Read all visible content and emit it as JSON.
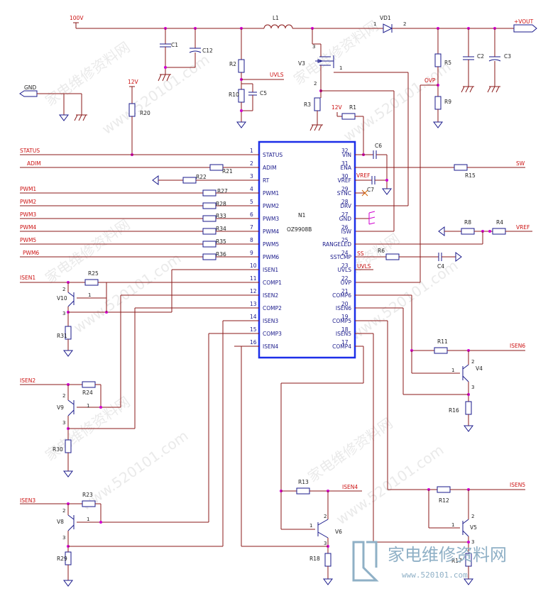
{
  "net_labels": {
    "v100": "100V",
    "vout": "+VOUT",
    "gnd": "GND",
    "v12a": "12V",
    "v12b": "12V",
    "uvls_top": "UVLS",
    "ovp_top": "OVP",
    "status": "STATUS",
    "adim": "ADIM",
    "pwm1": "PWM1",
    "pwm2": "PWM2",
    "pwm3": "PWM3",
    "pwm4": "PWM4",
    "pwm5": "PWM5",
    "pwm6": "PWM6",
    "isen1": "ISEN1",
    "isen2": "ISEN2",
    "isen3": "ISEN3",
    "isen4": "ISEN4",
    "isen5": "ISEN5",
    "isen6": "ISEN6",
    "sw": "SW",
    "vref_a": "VREF",
    "vref_b": "VREF",
    "ss": "SS",
    "uvls_right": "UVLS"
  },
  "chip": {
    "ref": "N1",
    "part": "OZ9908B",
    "left_pins": [
      {
        "num": "1",
        "name": "STATUS"
      },
      {
        "num": "2",
        "name": "ADIM"
      },
      {
        "num": "3",
        "name": "RT"
      },
      {
        "num": "4",
        "name": "PWM1"
      },
      {
        "num": "5",
        "name": "PWM2"
      },
      {
        "num": "6",
        "name": "PWM3"
      },
      {
        "num": "7",
        "name": "PWM4"
      },
      {
        "num": "8",
        "name": "PWM5"
      },
      {
        "num": "9",
        "name": "PWM6"
      },
      {
        "num": "10",
        "name": "ISEN1"
      },
      {
        "num": "11",
        "name": "COMP1"
      },
      {
        "num": "12",
        "name": "ISEN2"
      },
      {
        "num": "13",
        "name": "COMP2"
      },
      {
        "num": "14",
        "name": "ISEN3"
      },
      {
        "num": "15",
        "name": "COMP3"
      },
      {
        "num": "16",
        "name": "ISEN4"
      }
    ],
    "right_pins": [
      {
        "num": "32",
        "name": "VIN"
      },
      {
        "num": "31",
        "name": "ENA"
      },
      {
        "num": "30",
        "name": "VREF"
      },
      {
        "num": "29",
        "name": "SYNC"
      },
      {
        "num": "28",
        "name": "DRV"
      },
      {
        "num": "27",
        "name": "GND"
      },
      {
        "num": "26",
        "name": "ISW"
      },
      {
        "num": "25",
        "name": "RANGELED"
      },
      {
        "num": "24",
        "name": "SSTCMP"
      },
      {
        "num": "23",
        "name": "UVLS"
      },
      {
        "num": "22",
        "name": "OVP"
      },
      {
        "num": "21",
        "name": "COMP6"
      },
      {
        "num": "20",
        "name": "ISEN6"
      },
      {
        "num": "19",
        "name": "COMP5"
      },
      {
        "num": "18",
        "name": "ISEN5"
      },
      {
        "num": "17",
        "name": "COMP4"
      }
    ]
  },
  "refs": {
    "L1": "L1",
    "VD1": "VD1",
    "C1": "C1",
    "C12": "C12",
    "C2": "C2",
    "C3": "C3",
    "C5": "C5",
    "C6": "C6",
    "C7": "C7",
    "C4": "C4",
    "R1": "R1",
    "R2": "R2",
    "R3": "R3",
    "R4": "R4",
    "R5": "R5",
    "R6": "R6",
    "R8": "R8",
    "R9": "R9",
    "R10": "R10",
    "R11": "R11",
    "R12": "R12",
    "R13": "R13",
    "R15": "R15",
    "R16": "R16",
    "R17": "R17",
    "R18": "R18",
    "R20": "R20",
    "R21": "R21",
    "R22": "R22",
    "R23": "R23",
    "R24": "R24",
    "R25": "R25",
    "R27": "R27",
    "R28": "R28",
    "R29": "R29",
    "R30": "R30",
    "R31": "R31",
    "R33": "R33",
    "R34": "R34",
    "R35": "R35",
    "R36": "R36",
    "V3": "V3",
    "V4": "V4",
    "V5": "V5",
    "V6": "V6",
    "V8": "V8",
    "V9": "V9",
    "V10": "V10"
  },
  "pin_marks": {
    "one": "1",
    "two": "2",
    "three": "3"
  },
  "watermark": {
    "site": "www.520101.com",
    "cn": "家电维修资料网",
    "logo_cn": "家电维修资料网",
    "logo_url": "www.520101.com"
  },
  "colors": {
    "wire": "#8b1a1a",
    "chip_outline": "#1c2ee8",
    "net_label": "#cc1111",
    "junction": "#d000d0"
  }
}
